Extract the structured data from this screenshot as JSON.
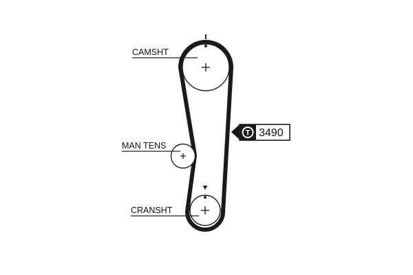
{
  "labels": {
    "camshaft": "CAMSHT",
    "tensioner": "MAN TENS",
    "crankshaft": "CRANSHT"
  },
  "belt_tag": {
    "icon_letter": "T",
    "part_number": "3490"
  },
  "colors": {
    "belt": "#1a1a1a",
    "line": "#222222",
    "background": "#ffffff"
  }
}
